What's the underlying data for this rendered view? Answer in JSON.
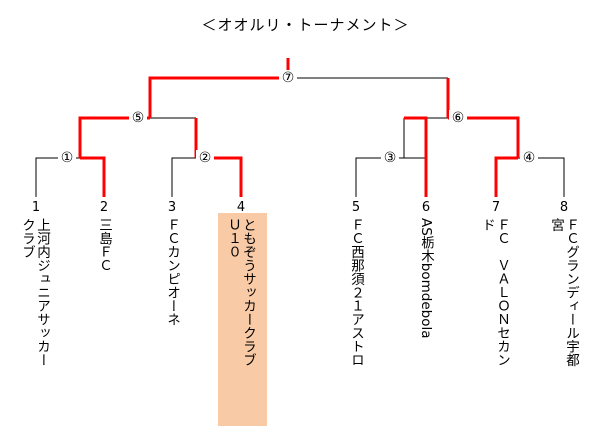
{
  "title": "＜オオルリ・トーナメント＞",
  "winner_color": "#ff0000",
  "line_color": "#000000",
  "highlight_color": "#f8cba6",
  "matches": [
    "①",
    "②",
    "③",
    "④",
    "⑤",
    "⑥",
    "⑦"
  ],
  "teams": [
    {
      "num": "1",
      "name": "上河内ジュニアサッカー\nクラブ"
    },
    {
      "num": "2",
      "name": "三島ＦＣ"
    },
    {
      "num": "3",
      "name": "ＦＣカンピオーネ"
    },
    {
      "num": "4",
      "name": "ともぞうサッカークラブ\nＵ１０"
    },
    {
      "num": "5",
      "name": "ＦＣ西那須２１アストロ"
    },
    {
      "num": "6",
      "name": "AS栃木bomdebola"
    },
    {
      "num": "7",
      "name": "ＦＣ　ＶＡＬＯＮセカン\nド"
    },
    {
      "num": "8",
      "name": "ＦＣグランディール宇都\n宮"
    }
  ]
}
